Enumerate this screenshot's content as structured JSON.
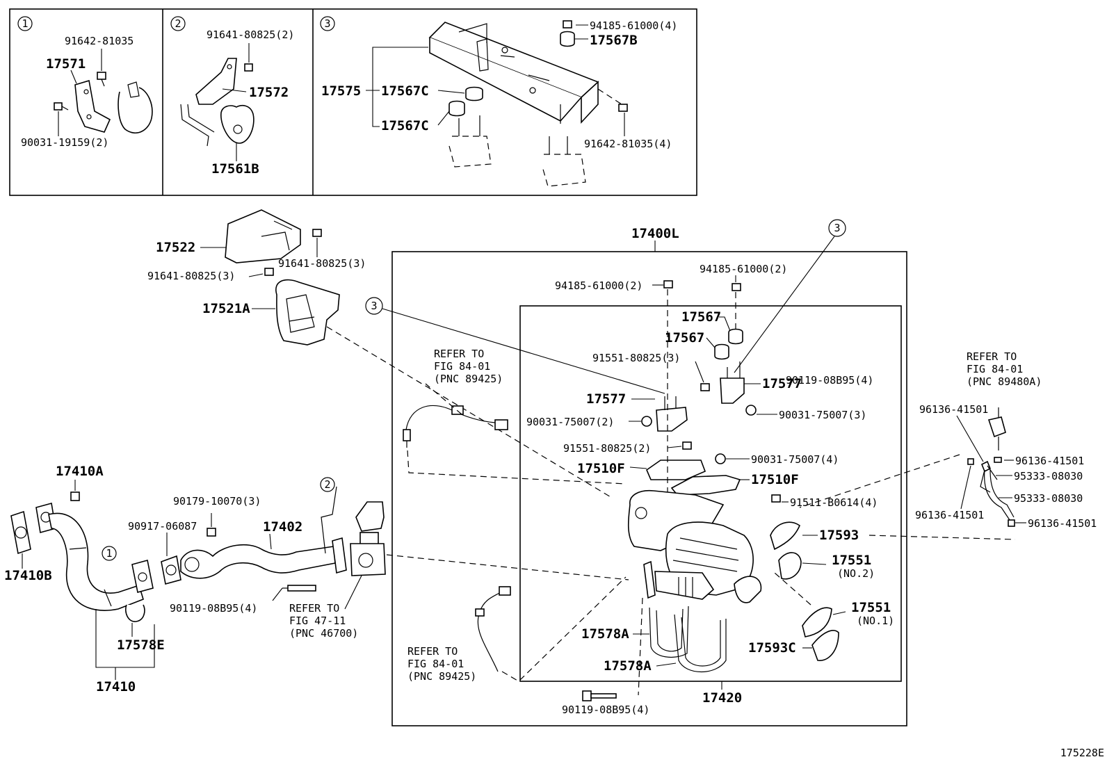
{
  "figure_code": "175228E",
  "inset_numbers": [
    "1",
    "2",
    "3"
  ],
  "inset1": {
    "part_a": "17571",
    "part_b": "91642-81035",
    "part_c": "90031-19159(2)"
  },
  "inset2": {
    "part_a": "91641-80825(2)",
    "part_b": "17572",
    "part_c": "17561B"
  },
  "inset3": {
    "nut": "94185-61000(4)",
    "cushion_b": "17567B",
    "assembly": "17575",
    "cushion_c1": "17567C",
    "cushion_c2": "17567C",
    "bolt": "91642-81035(4)"
  },
  "upper_left": {
    "insulator": "17522",
    "bolt_a": "91641-80825(3)",
    "bolt_b": "91641-80825(3)",
    "support": "17521A"
  },
  "front_pipe": {
    "gasket_nut": "17410A",
    "gasket_b": "17410B",
    "clamp": "17578E",
    "pipe": "17410",
    "nut": "90179-10070(3)",
    "gasket": "90917-06087",
    "center_pipe": "17402",
    "bolt": "90119-08B95(4)"
  },
  "refer_1": {
    "line1": "REFER TO",
    "line2": "FIG 47-11",
    "line3": "(PNC 46700)"
  },
  "refer_2": {
    "line1": "REFER TO",
    "line2": "FIG 84-01",
    "line3": "(PNC 89425)"
  },
  "refer_3": {
    "line1": "REFER TO",
    "line2": "FIG 84-01",
    "line3": "(PNC 89425)"
  },
  "refer_4": {
    "line1": "REFER TO",
    "line2": "FIG 84-01",
    "line3": "(PNC 89480A)"
  },
  "main_assembly": {
    "assembly": "17400L",
    "nut_a": "94185-61000(2)",
    "nut_b": "94185-61000(2)",
    "cushion_a": "17567",
    "cushion_b": "17567",
    "bolt_a": "91551-80825(3)",
    "bracket_r": "17577",
    "bolt_r": "90119-08B95(4)",
    "bracket_l": "17577",
    "nut_c": "90031-75007(2)",
    "nut_d": "90031-75007(3)",
    "bolt_b": "91551-80825(2)",
    "nut_e": "90031-75007(4)",
    "gasket_l": "17510F",
    "gasket_r": "17510F",
    "bolt_c": "91511-B0614(4)",
    "insulator_a": "17593",
    "insulator_b": "17551",
    "insulator_b_note": "(NO.2)",
    "insulator_c": "17551",
    "insulator_c_note": "(NO.1)",
    "insulator_d": "17593C",
    "band_a": "17578A",
    "band_b": "17578A",
    "bolt_d": "90119-08B95(4)",
    "converter": "17420"
  },
  "right_side": {
    "clip_a": "96136-41501",
    "clip_b": "96136-41501",
    "hose_a": "95333-08030",
    "hose_b": "95333-08030",
    "clip_c": "96136-41501",
    "clip_d": "96136-41501"
  }
}
